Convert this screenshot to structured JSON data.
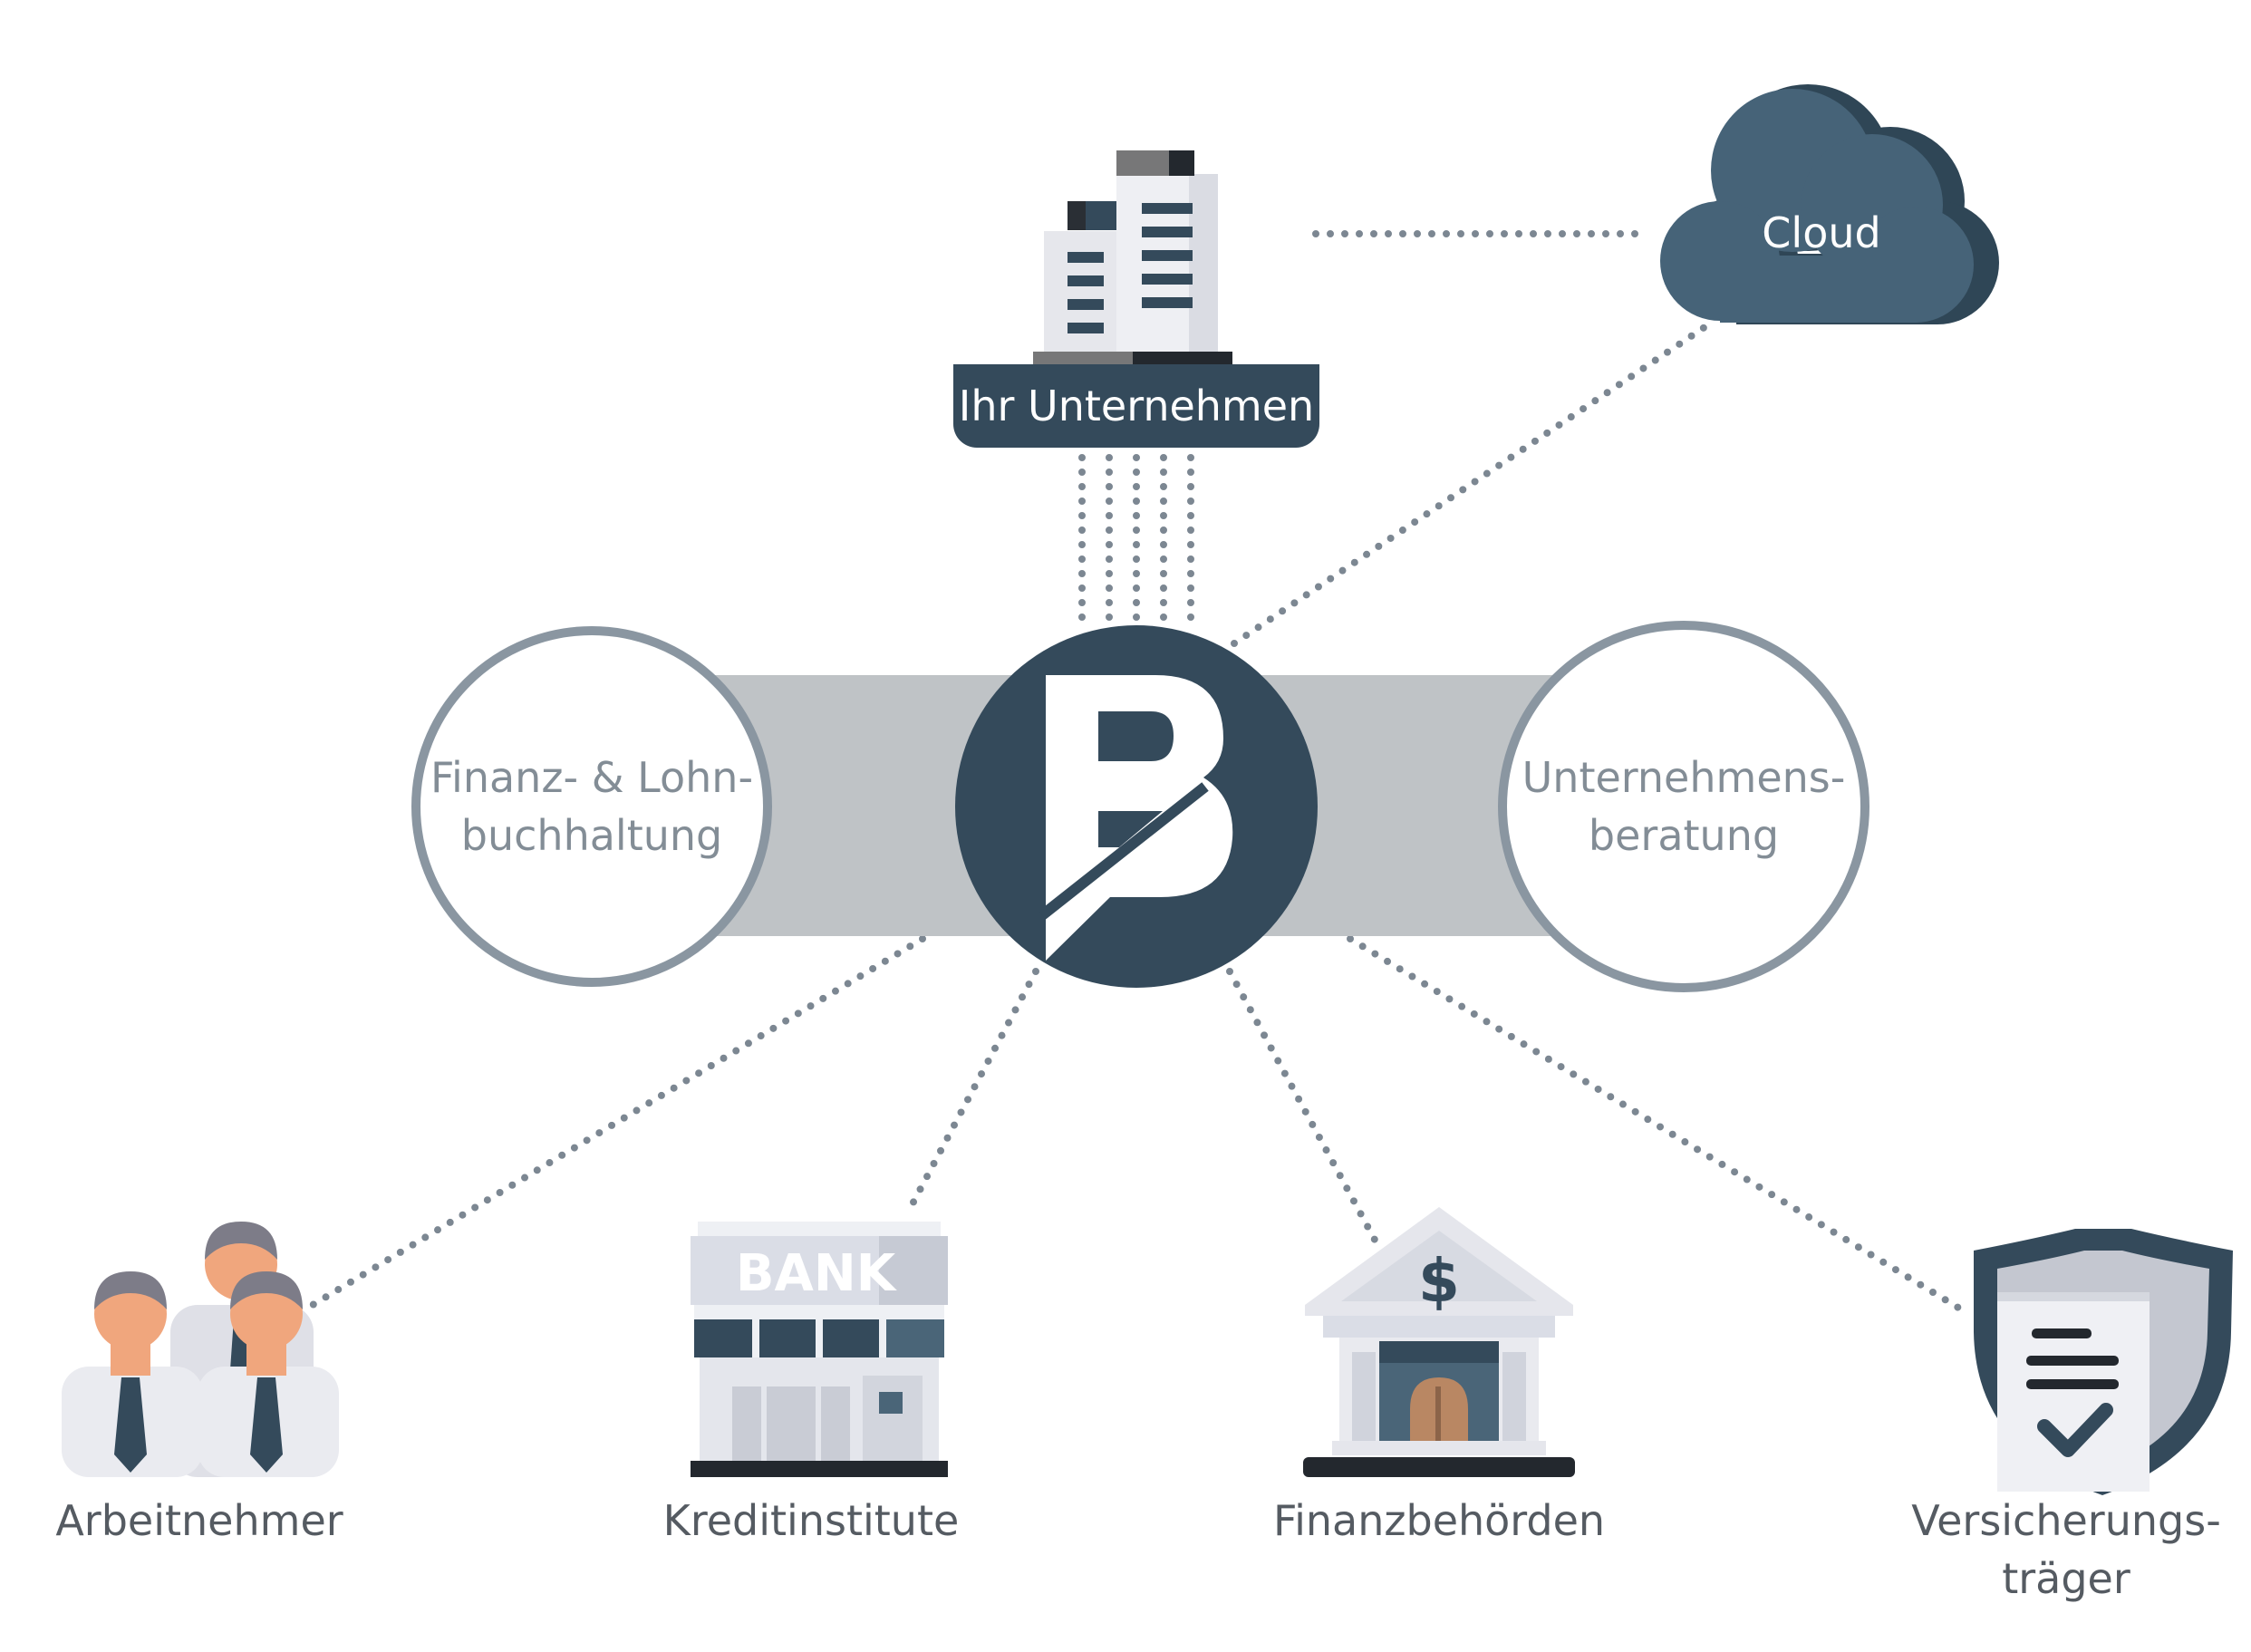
{
  "center": {
    "logo_letter": "B",
    "left_label_line1": "Finanz- & Lohn-",
    "left_label_line2": "buchhaltung",
    "right_label_line1": "Unternehmens-",
    "right_label_line2": "beratung"
  },
  "company": {
    "label": "Ihr Unternehmen",
    "icon": "office-building-icon"
  },
  "cloud": {
    "label": "Cloud",
    "icon": "cloud-icon"
  },
  "bank_sign": "BANK",
  "nodes": [
    {
      "id": "employees",
      "label_line1": "Arbeitnehmer",
      "label_line2": "",
      "icon": "employees-group-icon"
    },
    {
      "id": "banks",
      "label_line1": "Kreditinstitute",
      "label_line2": "",
      "icon": "bank-building-icon"
    },
    {
      "id": "tax",
      "label_line1": "Finanzbehörden",
      "label_line2": "",
      "icon": "tax-authority-icon"
    },
    {
      "id": "insurance",
      "label_line1": "Versicherungs-",
      "label_line2": "träger",
      "icon": "insurance-shield-icon"
    }
  ],
  "colors": {
    "dark": "#344a5b",
    "cloud": "#466378",
    "band": "#bfc3c6",
    "ring": "#8a96a1",
    "dots": "#7c8792",
    "text": "#555b62"
  }
}
